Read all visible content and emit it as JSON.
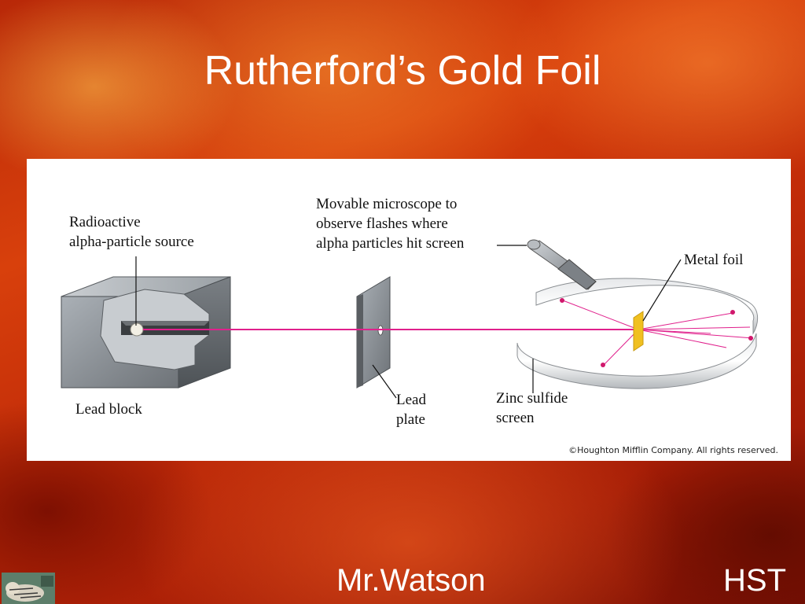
{
  "slide": {
    "title": "Rutherford’s Gold Foil"
  },
  "diagram": {
    "labels": {
      "source": "Radioactive\nalpha-particle source",
      "microscope": "Movable microscope to\nobserve flashes where\nalpha particles hit screen",
      "foil": "Metal foil",
      "lead_block": "Lead block",
      "lead_plate": "Lead\nplate",
      "screen": "Zinc sulfide\nscreen"
    },
    "copyright": "©Houghton Mifflin Company. All rights reserved.",
    "colors": {
      "beam": "#e0208c",
      "foil": "#f0c020",
      "metal": "#8c9094"
    }
  },
  "footer": {
    "author": "Mr.Watson",
    "org": "HST"
  }
}
